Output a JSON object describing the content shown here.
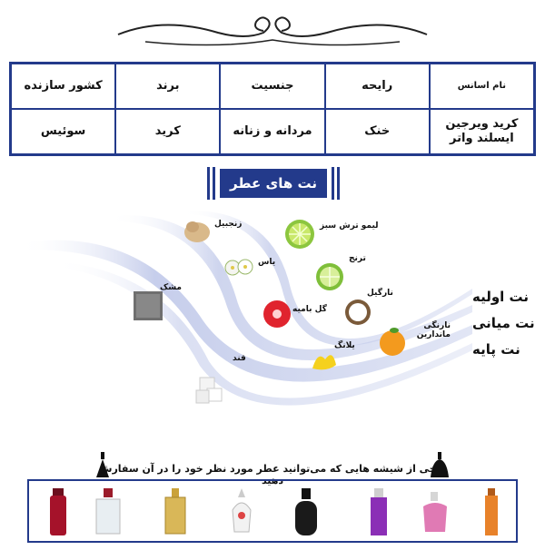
{
  "table": {
    "headers": [
      "نام اسانس",
      "رایحه",
      "جنسیت",
      "برند",
      "کشور سازنده"
    ],
    "values": [
      "کرید ویرجین ایسلند واتر",
      "خنک",
      "مردانه و زنانه",
      "کرید",
      "سوئیس"
    ]
  },
  "banner": {
    "title": "نت های عطر"
  },
  "tiers": {
    "top": "نت اولیه",
    "middle": "نت میانی",
    "base": "نت پایه"
  },
  "notes": {
    "ginger": "زنجبیل",
    "lime": "لیمو ترش سبز",
    "jasmine": "یاس",
    "bergamot": "ترنج",
    "musk": "مشک",
    "coconut": "نارگیل",
    "hibiscus": "گل بامیه",
    "mandarin": "نارنگی ماندارین",
    "ylang": "یلانگ",
    "sugar": "قند"
  },
  "bottles": {
    "caption": "برخی از شیشه هایی که می‌توانید عطر مورد نظر خود را در آن سفارش دهید"
  },
  "colors": {
    "accent": "#233a8b",
    "wave": "#b9c3e6"
  }
}
